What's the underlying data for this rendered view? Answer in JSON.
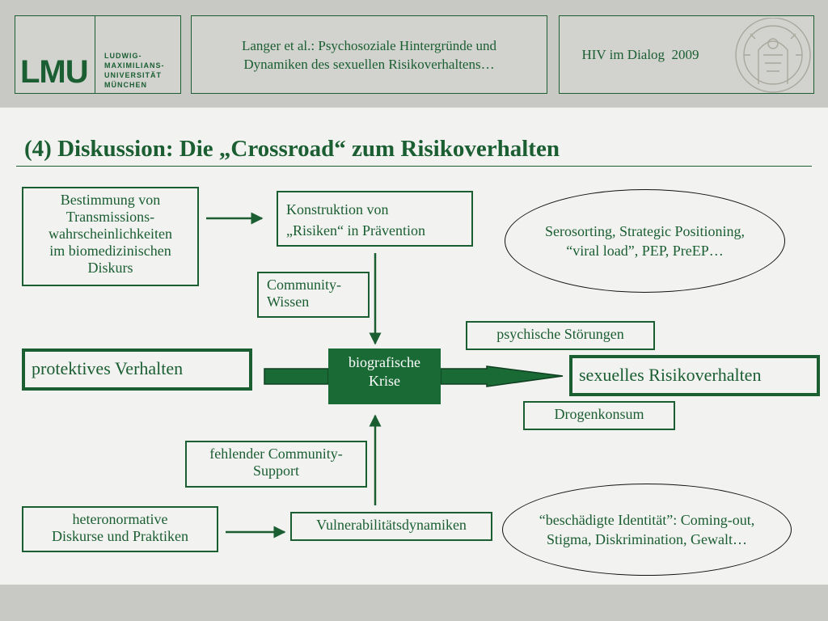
{
  "header": {
    "logo_mark": "LMU",
    "logo_name": [
      "LUDWIG-",
      "MAXIMILIANS-",
      "UNIVERSITÄT",
      "MÜNCHEN"
    ],
    "citation": [
      "Langer et al.: Psychosoziale Hintergründe und",
      "Dynamiken des sexuellen Risikoverhaltens…"
    ],
    "event": "HIV im Dialog  2009",
    "seal_icon": "university-seal-icon"
  },
  "title": "(4) Diskussion: Die „Crossroad“ zum Risikoverhalten",
  "diagram": {
    "transmission": [
      "Bestimmung von",
      "Transmissions-",
      "wahrscheinlichkeiten",
      "im biomedizinischen",
      "Diskurs"
    ],
    "construction": [
      "Konstruktion von",
      "„Risiken“ in Prävention"
    ],
    "serosorting": [
      "Serosorting, Strategic Positioning,",
      "“viral load”, PEP, PreEP…"
    ],
    "community_knowledge": [
      "Community-",
      "Wissen"
    ],
    "psych_disorders": "psychische Störungen",
    "protective": "protektives Verhalten",
    "crisis": [
      "biografische",
      "Krise"
    ],
    "sexual_risk": "sexuelles Risikoverhalten",
    "drugs": "Drogenkonsum",
    "missing_support": [
      "fehlender Community-",
      "Support"
    ],
    "heteronormative": [
      "heteronormative",
      "Diskurse und Praktiken"
    ],
    "vulnerability": "Vulnerabilitätsdynamiken",
    "identity": [
      "“beschädigte Identität”: Coming-out,",
      "Stigma, Diskrimination, Gewalt…"
    ]
  },
  "colors": {
    "green": "#1a5e32",
    "crisis_green": "#1a6a35",
    "header_gray": "#c8c9c4",
    "background": "#f2f2f0"
  }
}
